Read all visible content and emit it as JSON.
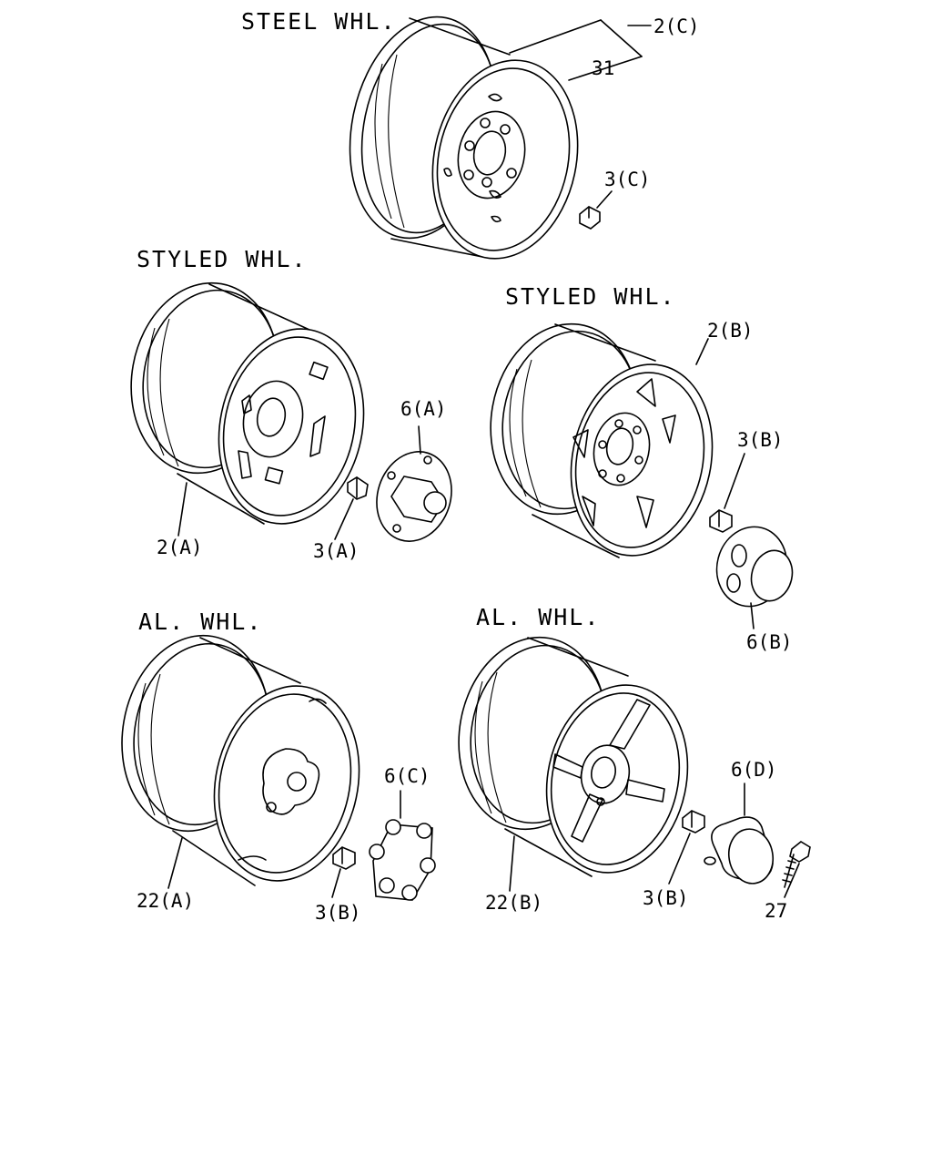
{
  "diagram": {
    "sections": {
      "steel": "STEEL WHL.",
      "styled_a": "STYLED WHL.",
      "styled_b": "STYLED WHL.",
      "al_a": "AL. WHL.",
      "al_b": "AL. WHL."
    },
    "parts": {
      "p2c": "2(C)",
      "p31": "31",
      "p3c": "3(C)",
      "p2a": "2(A)",
      "p6a": "6(A)",
      "p3a": "3(A)",
      "p2b": "2(B)",
      "p3b_top": "3(B)",
      "p6b": "6(B)",
      "p6c": "6(C)",
      "p22a": "22(A)",
      "p3b_left": "3(B)",
      "p22b": "22(B)",
      "p3b_right": "3(B)",
      "p6d": "6(D)",
      "p27": "27"
    }
  }
}
